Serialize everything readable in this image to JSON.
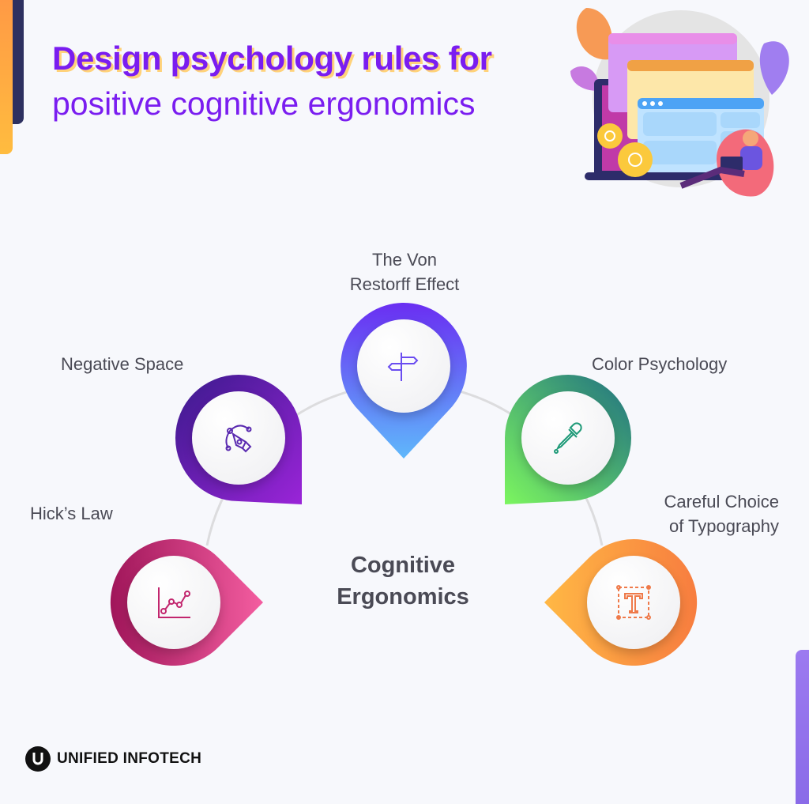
{
  "header": {
    "title_line1": "Design psychology rules for",
    "title_line2": "positive cognitive ergonomics"
  },
  "illustration": {
    "name": "browser-windows-person-laptop-illustration"
  },
  "diagram": {
    "center_label_line1": "Cognitive",
    "center_label_line2": "Ergonomics",
    "nodes": [
      {
        "id": "hicks-law",
        "label_line1": "Hick’s Law",
        "label_line2": "",
        "icon": "line-chart-icon",
        "color_start": "#a0165a",
        "color_end": "#f45da0"
      },
      {
        "id": "negative-space",
        "label_line1": "Negative Space",
        "label_line2": "",
        "icon": "pen-tool-icon",
        "color_start": "#3a1a8c",
        "color_end": "#9a24d8"
      },
      {
        "id": "von-restorff",
        "label_line1": "The Von",
        "label_line2": "Restorff Effect",
        "icon": "signpost-icon",
        "color_start": "#6a2ef2",
        "color_end": "#5fb8fb"
      },
      {
        "id": "color-psychology",
        "label_line1": "Color Psychology",
        "label_line2": "",
        "icon": "eyedropper-icon",
        "color_start": "#1f6f82",
        "color_end": "#7cf65f"
      },
      {
        "id": "typography",
        "label_line1": "Careful Choice",
        "label_line2": "of Typography",
        "icon": "text-box-icon",
        "color_start": "#ffb845",
        "color_end": "#f77d3f"
      }
    ]
  },
  "footer": {
    "brand": "UNIFIED INFOTECH"
  }
}
